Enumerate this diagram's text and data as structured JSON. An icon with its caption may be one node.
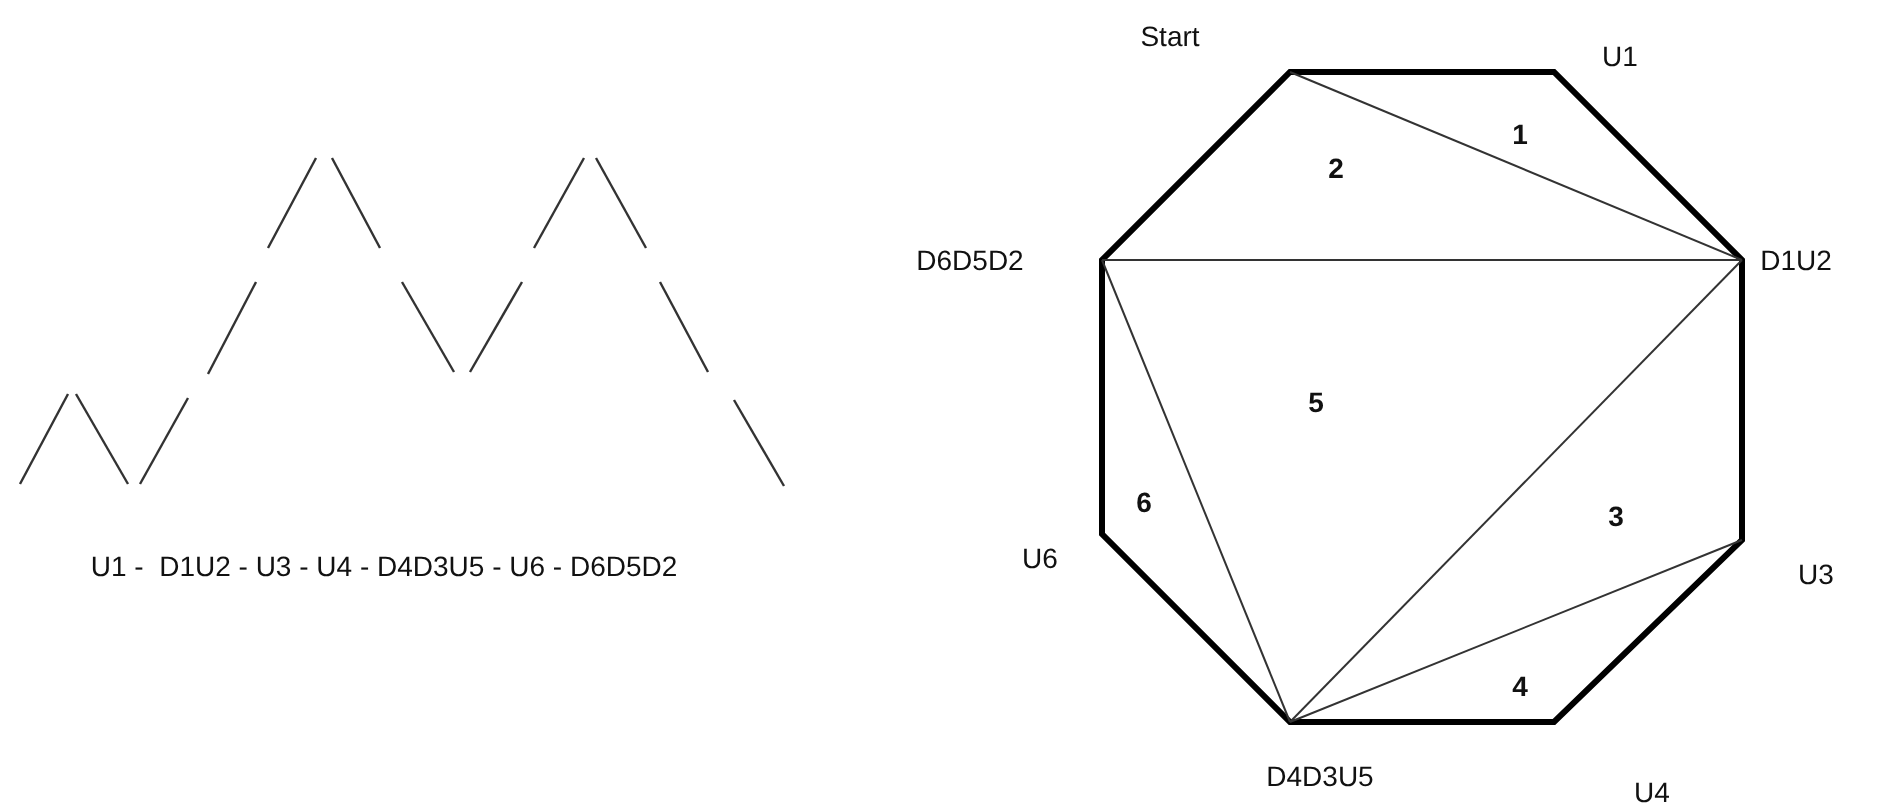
{
  "diagram": {
    "labels": [
      "U1 -  D1U2 - U3 - U4 - D4D3U5 - U6 - D6D5D2",
      "Start",
      "U1",
      "1",
      "2",
      "D6D5D2",
      "D1U2",
      "5",
      "3",
      "6",
      "U6",
      "U3",
      "4",
      "D4D3U5",
      "U4"
    ]
  }
}
